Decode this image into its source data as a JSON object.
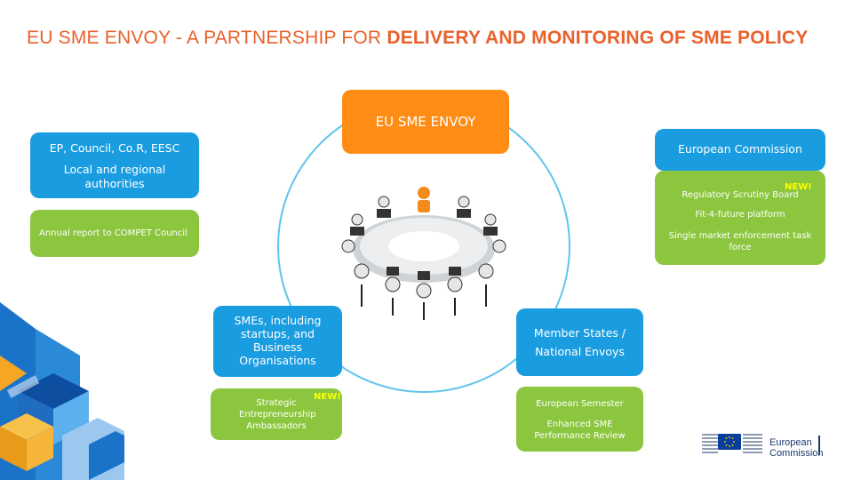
{
  "title": {
    "part1": "EU SME",
    "part2": " ENVOY - A PARTNERSHIP FOR ",
    "part3": "DELIVERY AND MONITORING OF SME POLICY"
  },
  "center": {
    "label": "EU SME ENVOY"
  },
  "left_top": {
    "line1": "EP, Council, Co.R, EESC",
    "line2": "Local and regional authorities"
  },
  "left_green": {
    "text": "Annual report to COMPET Council"
  },
  "right_top": {
    "label": "European Commission"
  },
  "right_green": {
    "new_badge": "NEW!",
    "item1": "Regulatory Scrutiny Board",
    "item2": "Fit-4-future platform",
    "item3": "Single market enforcement task force"
  },
  "bottom_left": {
    "label": "SMEs, including startups, and Business Organisations"
  },
  "bottom_left_green": {
    "new_badge": "NEW!",
    "text": "Strategic Entrepreneurship Ambassadors"
  },
  "bottom_right": {
    "line1": "Member States /",
    "line2": "National Envoys"
  },
  "bottom_right_green": {
    "item1": "European Semester",
    "item2": "Enhanced SME Performance Review"
  },
  "logo": {
    "line1": "European",
    "line2": "Commission"
  },
  "colors": {
    "accent": "#e8612c",
    "blue": "#1a9de0",
    "green": "#8cc63f",
    "orange": "#ff8c14",
    "ring": "#5fc4ec"
  }
}
